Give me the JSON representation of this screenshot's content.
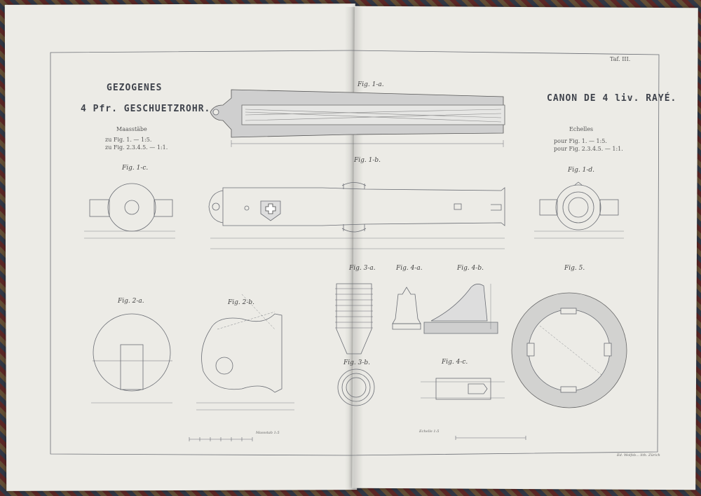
{
  "plate_number": "Taf. III.",
  "left_title": {
    "line1": "GEZOGENES",
    "line2": "4 Pfr. GESCHUETZROHR."
  },
  "right_title": "CANON DE 4 liv. RAYÉ.",
  "scales_de": {
    "heading": "Maasstäbe",
    "row1": "zu Fig. 1. — 1:5.",
    "row2": "zu Fig. 2.3.4.5. — 1:1."
  },
  "scales_fr": {
    "heading": "Echelles",
    "row1": "pour Fig. 1. — 1:5.",
    "row2": "pour Fig. 2.3.4.5. — 1:1."
  },
  "figures": {
    "f1a": "Fig. 1-a.",
    "f1b": "Fig. 1-b.",
    "f1c": "Fig. 1-c.",
    "f1d": "Fig. 1-d.",
    "f2a": "Fig. 2-a.",
    "f2b": "Fig. 2-b.",
    "f3a": "Fig. 3-a.",
    "f3b": "Fig. 3-b.",
    "f4a": "Fig. 4-a.",
    "f4b": "Fig. 4-b.",
    "f4c": "Fig. 4-c.",
    "f5": "Fig. 5."
  },
  "scale_bar_left": "Massstab 1:5",
  "scale_bar_right": "Echelle 1:5",
  "imprint": "Ed. Wolfsb... lith. Zürich"
}
